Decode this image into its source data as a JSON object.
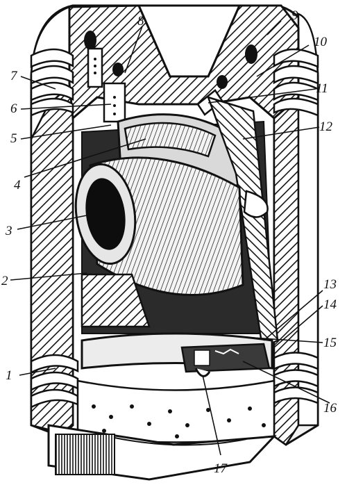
{
  "diagram": {
    "labels": [
      "1",
      "2",
      "3",
      "4",
      "5",
      "6",
      "7",
      "8",
      "9",
      "10",
      "11",
      "12",
      "13",
      "14",
      "15",
      "16",
      "17"
    ]
  },
  "colors": {
    "ink": "#111111",
    "paper": "#ffffff",
    "light_metal": "#e6e6e6",
    "mid_metal": "#bdbdbd",
    "dark_metal": "#3a3a3a"
  }
}
